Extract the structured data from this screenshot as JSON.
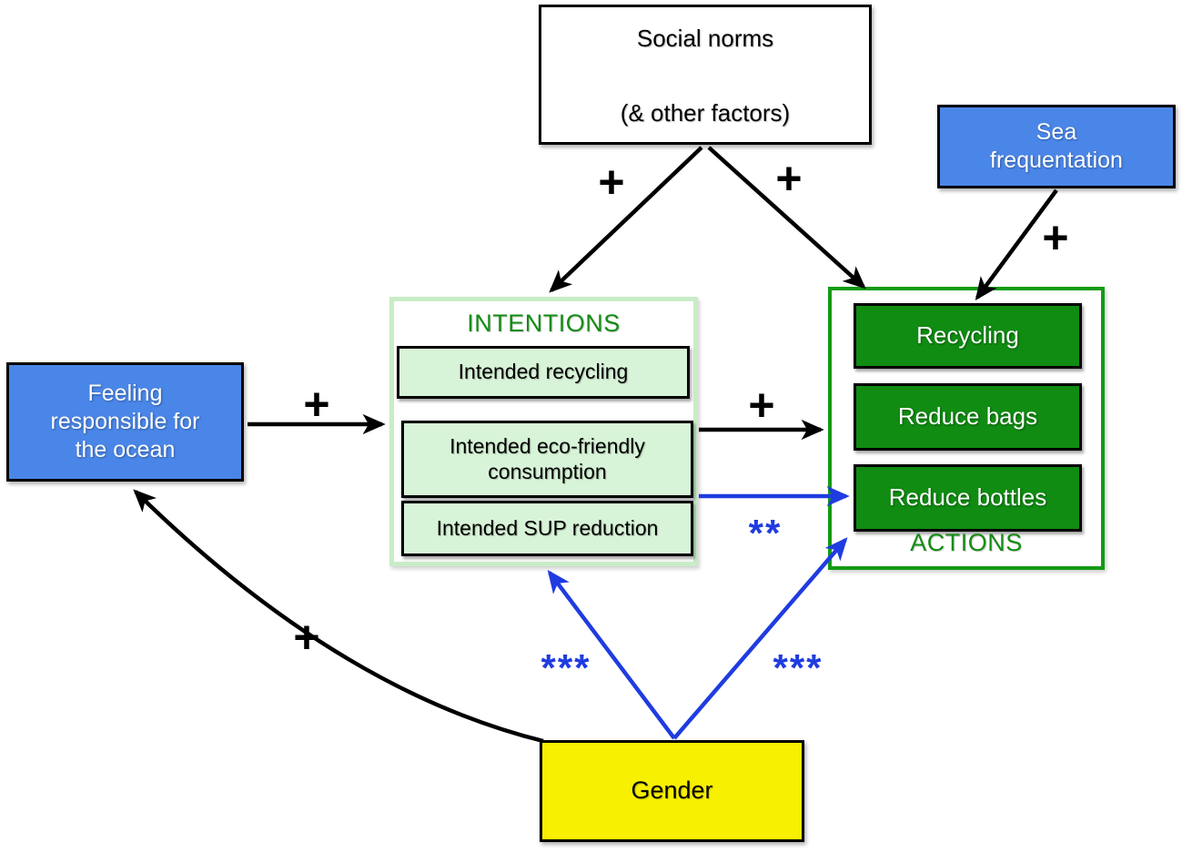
{
  "figure": {
    "social_norms": {
      "line1": "Social norms",
      "line2": "(& other factors)"
    },
    "sea_frequentation": {
      "line1": "Sea",
      "line2": "frequentation"
    },
    "feeling_responsible": {
      "line1": "Feeling",
      "line2": "responsible for",
      "line3": "the ocean"
    },
    "gender": {
      "label": "Gender"
    },
    "intentions": {
      "title": "INTENTIONS",
      "items": [
        {
          "label": "Intended recycling"
        },
        {
          "label": "Intended eco-friendly consumption"
        },
        {
          "label": "Intended SUP reduction"
        }
      ]
    },
    "actions": {
      "title": "ACTIONS",
      "items": [
        {
          "label": "Recycling"
        },
        {
          "label": "Reduce bags"
        },
        {
          "label": "Reduce bottles"
        }
      ]
    },
    "edge_labels": {
      "social_to_intentions": "+",
      "social_to_actions": "+",
      "sea_to_actions": "+",
      "feeling_to_intentions": "+",
      "intentions_to_actions": "+",
      "gender_to_feeling": "+",
      "intentions_to_reduce_bottles": "**",
      "gender_to_intentions": "***",
      "gender_to_reduce_bottles": "***"
    },
    "colors": {
      "node_blue": "#4a86e8",
      "node_dark_green": "#108c12",
      "node_light_green": "#d8f4d8",
      "intentions_border": "#c9ecc7",
      "actions_border": "#149a14",
      "green_text": "#138c13",
      "node_yellow": "#f7f000",
      "arrow_black": "#000000",
      "arrow_blue": "#1f3ce0"
    }
  }
}
